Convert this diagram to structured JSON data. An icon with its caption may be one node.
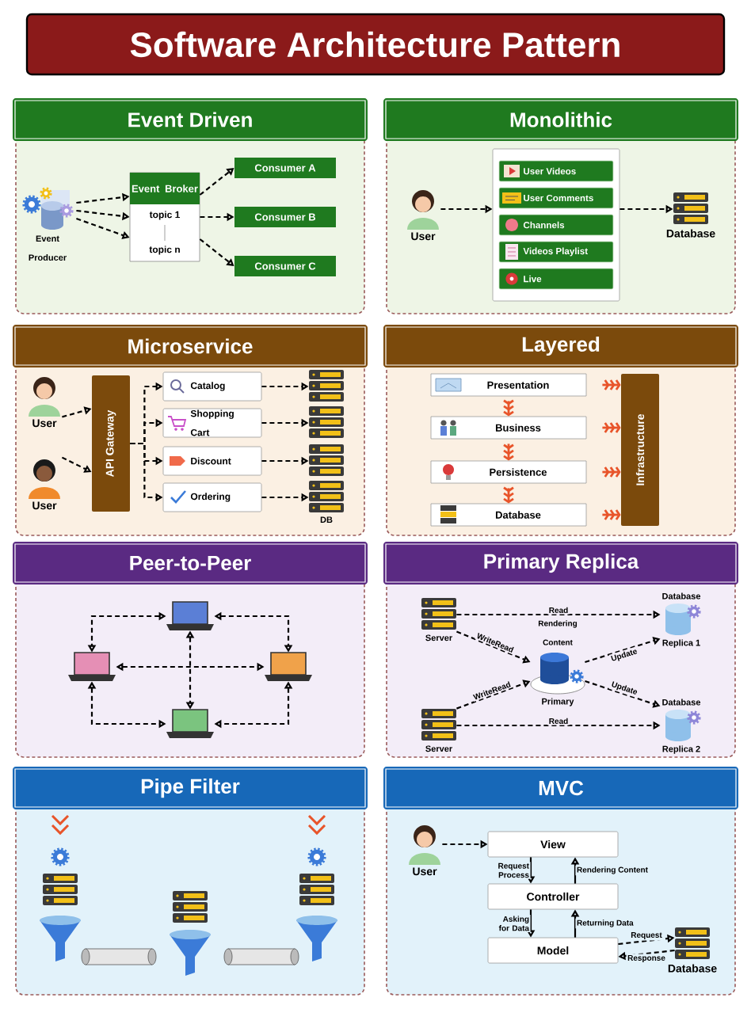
{
  "diagram": {
    "title": "Software Architecture Pattern",
    "nodes": [
      {
        "text": [
          "Event Driven"
        ]
      },
      {
        "text": [
          "Event Producer"
        ],
        "in": 0
      },
      {
        "text": [
          "Event Broker",
          "topic 1",
          "topic n"
        ],
        "in": 0
      },
      {
        "text": [
          "Consumer A"
        ],
        "in": 0
      },
      {
        "text": [
          "Consumer B"
        ],
        "in": 0
      },
      {
        "text": [
          "Consumer C"
        ],
        "in": 0
      },
      {
        "text": [
          "Monolithic"
        ]
      },
      {
        "text": [
          "User"
        ],
        "in": 6
      },
      {
        "text": [],
        "shape": "box",
        "in": 6
      },
      {
        "text": [
          "User Videos"
        ],
        "in": 8
      },
      {
        "text": [
          "User Comments"
        ],
        "in": 8
      },
      {
        "text": [
          "Channels"
        ],
        "in": 8
      },
      {
        "text": [
          "Videos Playlist"
        ],
        "in": 8
      },
      {
        "text": [
          "Live"
        ],
        "in": 8
      },
      {
        "text": [
          "Database"
        ],
        "in": 6
      },
      {
        "text": [
          "Microservice"
        ]
      },
      {
        "text": [
          "User"
        ],
        "in": 15
      },
      {
        "text": [
          "User"
        ],
        "in": 15
      },
      {
        "text": [
          "API Gateway"
        ],
        "in": 15
      },
      {
        "text": [
          "Catalog"
        ],
        "in": 15
      },
      {
        "text": [
          "Shopping Cart"
        ],
        "in": 15
      },
      {
        "text": [
          "Discount"
        ],
        "in": 15
      },
      {
        "text": [
          "Ordering"
        ],
        "in": 15
      },
      {
        "text": [],
        "shape": "stack",
        "in": 15
      },
      {
        "text": [],
        "shape": "stack",
        "in": 15
      },
      {
        "text": [],
        "shape": "stack",
        "in": 15
      },
      {
        "text": [],
        "shape": "stack",
        "beside": [
          "DB"
        ],
        "in": 15
      },
      {
        "text": [
          "Layered"
        ]
      },
      {
        "text": [
          "Presentation"
        ],
        "in": 27
      },
      {
        "text": [
          "Business"
        ],
        "in": 27
      },
      {
        "text": [
          "Persistence"
        ],
        "in": 27
      },
      {
        "text": [
          "Database"
        ],
        "in": 27
      },
      {
        "text": [
          "Infrastructure"
        ],
        "in": 27
      },
      {
        "text": [
          "Peer-to-Peer"
        ]
      },
      {
        "text": [],
        "shape": "laptop",
        "in": 33
      },
      {
        "text": [],
        "shape": "laptop",
        "in": 33
      },
      {
        "text": [],
        "shape": "laptop",
        "in": 33
      },
      {
        "text": [],
        "shape": "laptop",
        "in": 33
      },
      {
        "text": [
          "Primary Replica"
        ]
      },
      {
        "text": [
          "Server"
        ],
        "in": 38
      },
      {
        "text": [
          "Server"
        ],
        "in": 38
      },
      {
        "text": [
          "Rendering Content",
          "Primary"
        ],
        "in": 38
      },
      {
        "text": [
          "Database",
          "Replica 1"
        ],
        "in": 38
      },
      {
        "text": [
          "Database",
          "Replica 2"
        ],
        "in": 38
      },
      {
        "text": [
          "Pipe Filter"
        ]
      },
      {
        "text": [
          "MVC"
        ]
      },
      {
        "text": [
          "User"
        ],
        "in": 45
      },
      {
        "text": [
          "View"
        ],
        "in": 45
      },
      {
        "text": [
          "Controller"
        ],
        "in": 45
      },
      {
        "text": [
          "Model"
        ],
        "in": 45
      },
      {
        "text": [
          "Database"
        ],
        "in": 45
      }
    ],
    "edges": [
      {
        "from": 1,
        "to": 2,
        "arrow": "to",
        "style": "dashed"
      },
      {
        "from": 1,
        "to": 2,
        "arrow": "to",
        "style": "dashed"
      },
      {
        "from": 1,
        "to": 2,
        "arrow": "to",
        "style": "dashed"
      },
      {
        "from": 2,
        "to": 3,
        "arrow": "to",
        "style": "dashed"
      },
      {
        "from": 2,
        "to": 4,
        "arrow": "to",
        "style": "dashed"
      },
      {
        "from": 2,
        "to": 5,
        "arrow": "to",
        "style": "dashed"
      },
      {
        "from": 7,
        "to": 8,
        "arrow": "to",
        "style": "dashed"
      },
      {
        "from": 8,
        "to": 14,
        "arrow": "to",
        "style": "dashed"
      },
      {
        "from": 16,
        "to": 18,
        "arrow": "to",
        "style": "dashed"
      },
      {
        "from": 17,
        "to": 18,
        "arrow": "to",
        "style": "dashed"
      },
      {
        "from": 18,
        "to": 19,
        "arrow": "to",
        "style": "dashed"
      },
      {
        "from": 18,
        "to": 20,
        "arrow": "to",
        "style": "dashed"
      },
      {
        "from": 18,
        "to": 21,
        "arrow": "to",
        "style": "dashed"
      },
      {
        "from": 18,
        "to": 22,
        "arrow": "to",
        "style": "dashed"
      },
      {
        "from": 19,
        "to": 23,
        "arrow": "to",
        "style": "dashed"
      },
      {
        "from": 20,
        "to": 24,
        "arrow": "to",
        "style": "dashed"
      },
      {
        "from": 21,
        "to": 25,
        "arrow": "to",
        "style": "dashed"
      },
      {
        "from": 22,
        "to": 26,
        "arrow": "to",
        "style": "dashed"
      },
      {
        "from": 28,
        "to": 29,
        "arrow": "to",
        "color": "#e8542a"
      },
      {
        "from": 29,
        "to": 30,
        "arrow": "to",
        "color": "#e8542a"
      },
      {
        "from": 30,
        "to": 31,
        "arrow": "to",
        "color": "#e8542a"
      },
      {
        "from": 28,
        "to": 32,
        "arrow": "to",
        "color": "#e8542a"
      },
      {
        "from": 29,
        "to": 32,
        "arrow": "to",
        "color": "#e8542a"
      },
      {
        "from": 30,
        "to": 32,
        "arrow": "to",
        "color": "#e8542a"
      },
      {
        "from": 31,
        "to": 32,
        "arrow": "to",
        "color": "#e8542a"
      },
      {
        "from": 34,
        "to": 35,
        "arrow": "both",
        "style": "dashed"
      },
      {
        "from": 34,
        "to": 36,
        "arrow": "both",
        "style": "dashed"
      },
      {
        "from": 35,
        "to": 37,
        "arrow": "both",
        "style": "dashed"
      },
      {
        "from": 36,
        "to": 37,
        "arrow": "both",
        "style": "dashed"
      },
      {
        "from": 34,
        "to": 37,
        "arrow": "both",
        "style": "dashed"
      },
      {
        "from": 35,
        "to": 36,
        "arrow": "both",
        "style": "dashed"
      },
      {
        "from": 39,
        "to": 42,
        "arrow": "to",
        "label": "Read",
        "style": "dashed"
      },
      {
        "from": 39,
        "to": 41,
        "arrow": "to",
        "label": "WriteRead",
        "style": "dashed"
      },
      {
        "from": 41,
        "to": 42,
        "arrow": "to",
        "label": "Update",
        "style": "dashed"
      },
      {
        "from": 40,
        "to": 41,
        "arrow": "to",
        "label": "WriteRead",
        "style": "dashed"
      },
      {
        "from": 41,
        "to": 43,
        "arrow": "to",
        "label": "Update",
        "style": "dashed"
      },
      {
        "from": 40,
        "to": 43,
        "arrow": "to",
        "label": "Read",
        "style": "dashed"
      },
      {
        "from": 46,
        "to": 47,
        "arrow": "to",
        "style": "dashed"
      },
      {
        "from": 47,
        "to": 48,
        "arrow": "to",
        "label": "Request Process"
      },
      {
        "from": 48,
        "to": 47,
        "arrow": "to",
        "label": "Rendering Content"
      },
      {
        "from": 48,
        "to": 49,
        "arrow": "to",
        "label": "Asking for Data"
      },
      {
        "from": 49,
        "to": 48,
        "arrow": "to",
        "label": "Returning Data"
      },
      {
        "from": 49,
        "to": 50,
        "arrow": "to",
        "label": "Request",
        "style": "dashed"
      },
      {
        "from": 50,
        "to": 49,
        "arrow": "to",
        "label": "Response",
        "style": "dashed"
      }
    ]
  }
}
